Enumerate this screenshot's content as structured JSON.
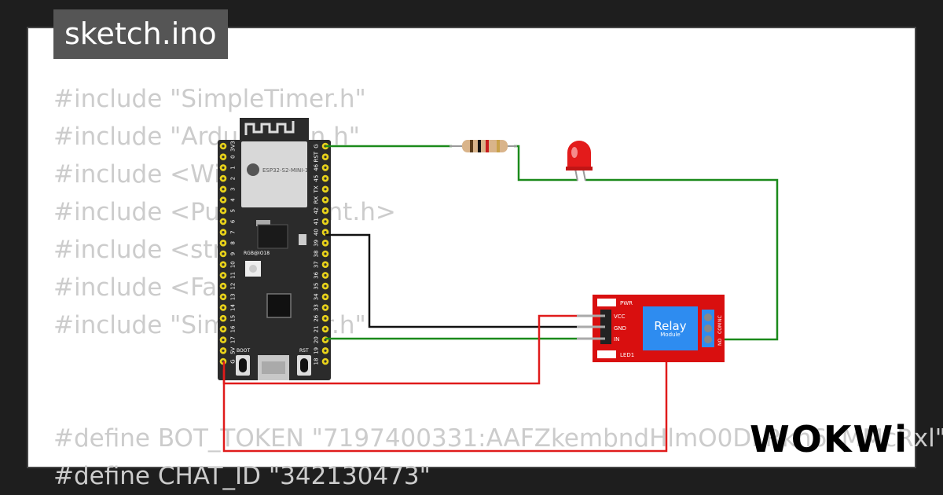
{
  "file_title": "sketch.ino",
  "code_lines": [
    "#include \"SimpleTimer.h\"",
    "#include \"ArduinoJson.h\"",
    "#include <WiFi.h>",
    "#include <PubSubClient.h>",
    "#include <string>",
    "#include <FastBot.h>",
    "#include \"SimpleTimer.h\"",
    "#define BOT_TOKEN \"7197400331:AAFZkembndHlmO0DLRkn6xMMcRxl\"",
    "#define CHAT_ID \"342130473\""
  ],
  "logo": "WOKWi",
  "board": {
    "module_label": "ESP32-S2-MINI-1",
    "led_label": "RGB@IO18",
    "boot_label": "BOOT",
    "rst_label": "RST",
    "left_pins": [
      "3V3",
      "0",
      "1",
      "2",
      "3",
      "4",
      "5",
      "6",
      "7",
      "8",
      "9",
      "10",
      "11",
      "12",
      "13",
      "14",
      "15",
      "16",
      "17",
      "5V",
      "G"
    ],
    "right_pins": [
      "G",
      "RST",
      "46",
      "45",
      "TX",
      "RX",
      "42",
      "41",
      "40",
      "39",
      "38",
      "37",
      "36",
      "35",
      "34",
      "33",
      "26",
      "21",
      "20",
      "19",
      "18"
    ]
  },
  "relay": {
    "title": "Relay",
    "subtitle": "Module",
    "pwr": "PWR",
    "led1": "LED1",
    "pins": [
      "VCC",
      "GND",
      "IN"
    ],
    "terminals": [
      "NC",
      "COM",
      "NO"
    ]
  },
  "colors": {
    "wire_green": "#1b8a1b",
    "wire_red": "#e01b1b",
    "wire_black": "#111111",
    "board": "#2b2b2b",
    "relay_pcb": "#d90f0f",
    "relay_block": "#2e8cf0",
    "led": "#e31b1b",
    "pin_pad": "#e8d21a"
  }
}
